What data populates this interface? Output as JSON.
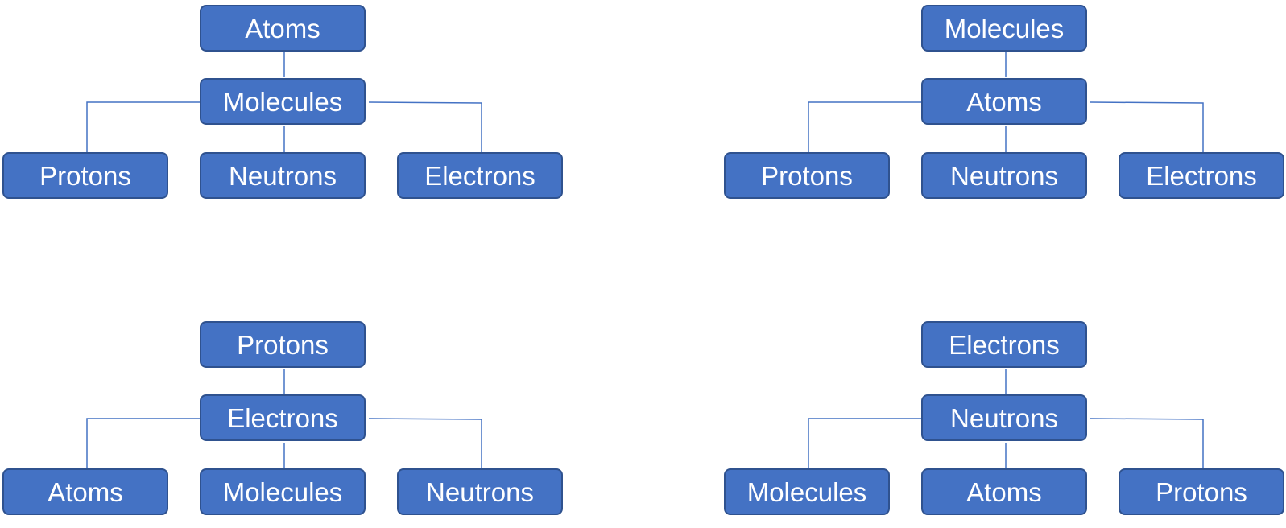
{
  "colors": {
    "node_fill": "#4472C4",
    "node_border": "#2F528F",
    "node_text": "#FFFFFF",
    "connector": "#4472C4"
  },
  "diagrams": [
    {
      "root": "Atoms",
      "middle": "Molecules",
      "children": [
        "Protons",
        "Neutrons",
        "Electrons"
      ]
    },
    {
      "root": "Molecules",
      "middle": "Atoms",
      "children": [
        "Protons",
        "Neutrons",
        "Electrons"
      ]
    },
    {
      "root": "Protons",
      "middle": "Electrons",
      "children": [
        "Atoms",
        "Molecules",
        "Neutrons"
      ]
    },
    {
      "root": "Electrons",
      "middle": "Neutrons",
      "children": [
        "Molecules",
        "Atoms",
        "Protons"
      ]
    }
  ]
}
